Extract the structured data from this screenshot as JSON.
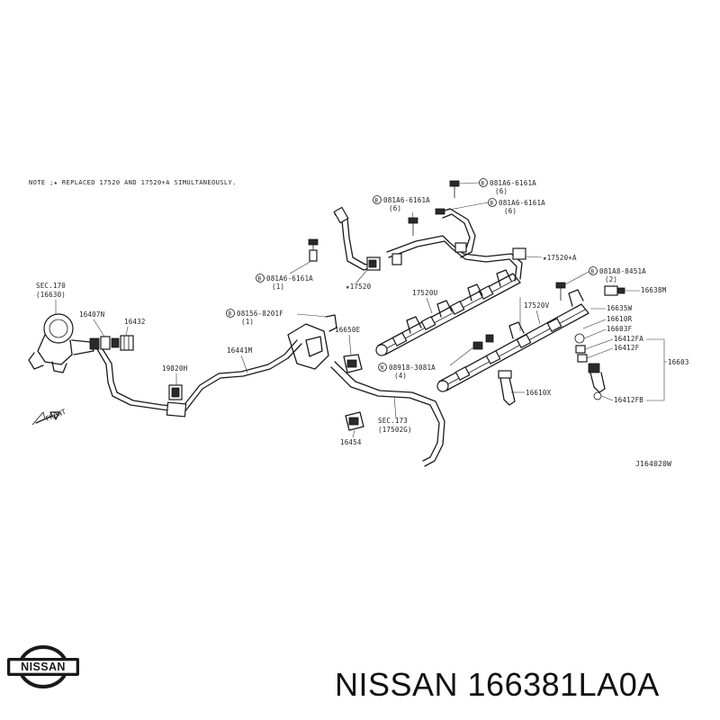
{
  "note": "NOTE ;★ REPLACED 17520 AND 17520+A SIMULTANEOUSLY.",
  "drawing_code": "J164020W",
  "front_label": "FRONT",
  "labels": {
    "sec170": "SEC.170",
    "sec170_ref": "(16630)",
    "p16407N": "16407N",
    "p16432": "16432",
    "p19820H": "19820H",
    "p16441M": "16441M",
    "p16650E": "16650E",
    "p16454": "16454",
    "sec173": "SEC.173",
    "sec173_ref": "(17502G)",
    "b08156": "08156-8201F",
    "b08156_qty": "(1)",
    "b081A6_left": "081A6-6161A",
    "b081A6_left_qty": "(1)",
    "star17520": "★17520",
    "b081A6_top1": "081A6-6161A",
    "b081A6_top1_qty": "(6)",
    "b081A6_top2": "081A6-6161A",
    "b081A6_top2_qty": "(6)",
    "b081A6_top3": "081A6-6161A",
    "b081A6_top3_qty": "(6)",
    "star17520A": "★17520+A",
    "p17520U": "17520U",
    "p17520V": "17520V",
    "b081A8": "081A8-8451A",
    "b081A8_qty": "(2)",
    "p16638M": "16638M",
    "p16635W": "16635W",
    "p16610R": "16610R",
    "p16603F": "16603F",
    "p16412FA": "16412FA",
    "p16412F": "16412F",
    "p16603": "16603",
    "n08918": "08918-3081A",
    "n08918_qty": "(4)",
    "p16610X": "16610X",
    "p16412FB": "16412FB",
    "bolt_B": "B",
    "nut_N": "N"
  },
  "logo": {
    "text": "NISSAN",
    "color": "#1a1a1a"
  },
  "footer": {
    "title": "NISSAN 166381LA0A"
  }
}
